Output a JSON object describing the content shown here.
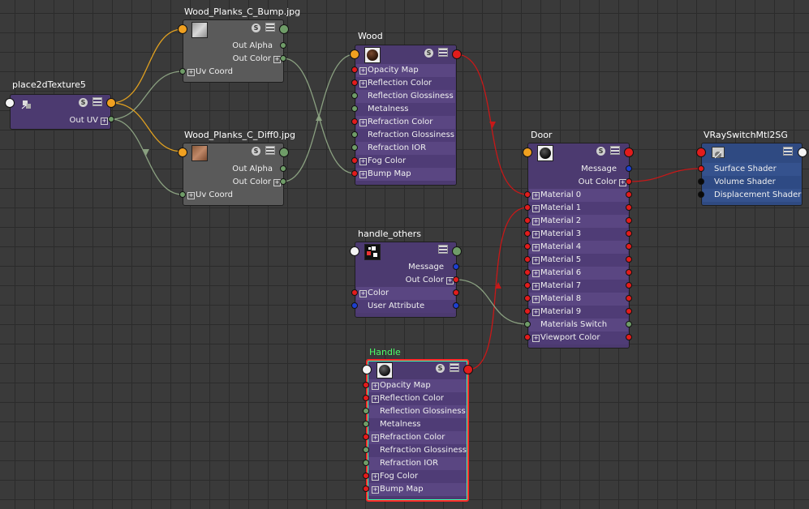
{
  "nodes": {
    "place2d": {
      "title": "place2dTexture5",
      "outputs": [
        "Out UV"
      ]
    },
    "bump": {
      "title": "Wood_Planks_C_Bump.jpg",
      "outputs": [
        "Out Alpha",
        "Out Color"
      ],
      "inputs": [
        "Uv Coord"
      ]
    },
    "diff": {
      "title": "Wood_Planks_C_Diff0.jpg",
      "outputs": [
        "Out Alpha",
        "Out Color"
      ],
      "inputs": [
        "Uv Coord"
      ]
    },
    "wood": {
      "title": "Wood",
      "attrs": [
        "Opacity Map",
        "Reflection Color",
        "Reflection Glossiness",
        "Metalness",
        "Refraction Color",
        "Refraction Glossiness",
        "Refraction IOR",
        "Fog Color",
        "Bump Map"
      ]
    },
    "handle_others": {
      "title": "handle_others",
      "outputs": [
        "Message",
        "Out Color"
      ],
      "attrs": [
        "Color",
        "User Attribute"
      ]
    },
    "handle": {
      "title": "Handle",
      "attrs": [
        "Opacity Map",
        "Reflection Color",
        "Reflection Glossiness",
        "Metalness",
        "Refraction Color",
        "Refraction Glossiness",
        "Refraction IOR",
        "Fog Color",
        "Bump Map"
      ]
    },
    "door": {
      "title": "Door",
      "outputs": [
        "Message",
        "Out Color"
      ],
      "attrs": [
        "Material 0",
        "Material 1",
        "Material 2",
        "Material 3",
        "Material 4",
        "Material 5",
        "Material 6",
        "Material 7",
        "Material 8",
        "Material 9",
        "Materials Switch",
        "Viewport Color"
      ]
    },
    "vray": {
      "title": "VRaySwitchMtl2SG",
      "attrs": [
        "Surface Shader",
        "Volume Shader",
        "Displacement Shader"
      ]
    }
  },
  "badges": {
    "swatch_badge": "S"
  },
  "colors": {
    "wire_yellow": "#e0a020",
    "wire_green": "#8aa080",
    "wire_red": "#c81818"
  }
}
